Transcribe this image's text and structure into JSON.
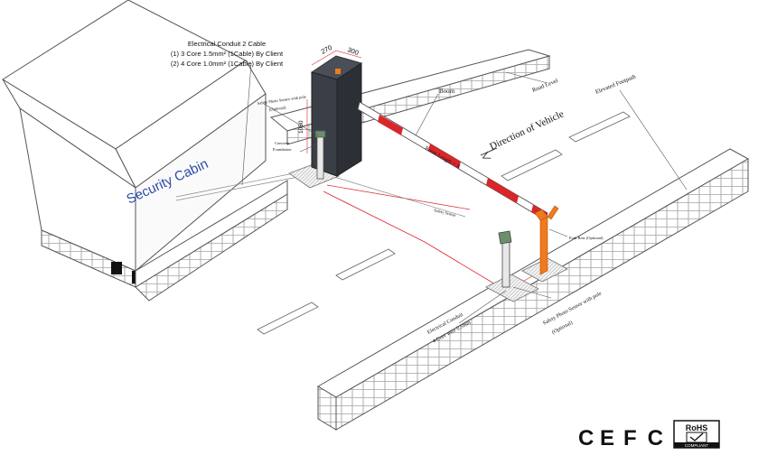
{
  "conduit_note": {
    "title": "Electrical Conduit 2 Cable",
    "line1": "(1) 3 Core 1.5mm² (1Cable) By Client",
    "line2": "(2) 4 Core 1.0mm² (1Cable) By Client"
  },
  "dimensions": {
    "width": "270",
    "depth": "300",
    "height": "1050"
  },
  "labels": {
    "safety_sensor_top": "Safety Photo Sensor with pole",
    "safety_sensor_top_opt": "(Optional)",
    "boom": "Boom",
    "boom_length": "Boom Length = X",
    "direction": "Direction of Vehicle",
    "road_level": "Road Level",
    "elevated_footpath": "Elevated Footpath",
    "concrete": "Concrete",
    "foundation": "Foundation",
    "safety_sensor_mid": "Safety Sensor",
    "fork_rest": "Fork Rest (Optional)",
    "conduit_bottom_1": "Electrical Conduit",
    "conduit_bottom_2": "4 Core wire 0.5mm",
    "safety_sensor_bottom": "Safety Photo Sensor with pole",
    "safety_sensor_bottom_opt": "(Optional)",
    "security_cabin": "Security Cabin"
  },
  "certifications": {
    "ce": "CE",
    "fc": "FC",
    "rohs": "RoHS",
    "compliant": "COMPLIANT"
  },
  "colors": {
    "barrier_body": "#3a3f47",
    "boom_red": "#d9262b",
    "fork_rest": "#f07a1c",
    "cabin_text": "#2b4aa8",
    "line": "#6b6b6b"
  }
}
